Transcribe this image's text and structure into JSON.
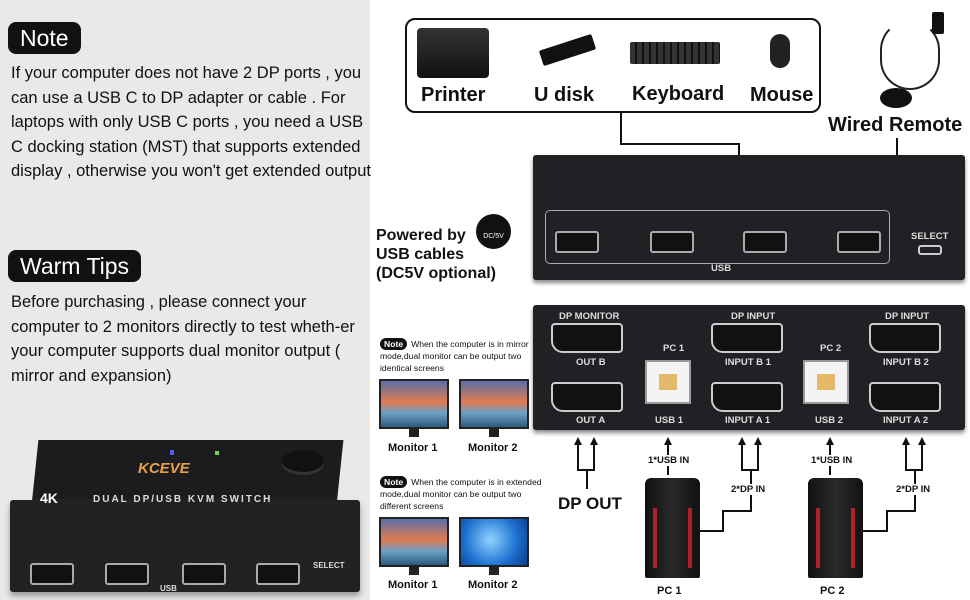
{
  "left": {
    "note_badge": "Note",
    "note_text": "If your computer does not have 2 DP ports , you can use a USB C to DP adapter or cable . For laptops with only USB C ports , you need a USB C docking station (MST) that supports extended display , otherwise you won't get extended output",
    "tips_badge": "Warm Tips",
    "tips_text": "Before purchasing , please connect your computer to 2 monitors directly to test wheth-er your computer supports dual monitor output ( mirror and expansion)",
    "product": {
      "brand": "KCEVE",
      "badge_4k": "4K",
      "model_text": "DUAL DP/USB KVM SWITCH",
      "usb_label": "USB",
      "select_label": "SELECT"
    }
  },
  "peripherals": {
    "items": [
      {
        "label": "Printer"
      },
      {
        "label": "U disk"
      },
      {
        "label": "Keyboard"
      },
      {
        "label": "Mouse"
      }
    ]
  },
  "remote": {
    "label": "Wired Remote"
  },
  "power": {
    "line1": "Powered by",
    "line2": "USB cables",
    "line3": "(DC5V optional)",
    "icon_text": "DC/5V"
  },
  "front_panel": {
    "usb_label": "USB",
    "select_label": "SELECT"
  },
  "rear_panel": {
    "dp_monitor": "DP MONITOR",
    "out_b": "OUT B",
    "out_a": "OUT A",
    "pc1": "PC 1",
    "usb1": "USB 1",
    "dp_input_1": "DP INPUT",
    "input_b1": "INPUT B 1",
    "input_a1": "INPUT A 1",
    "pc2": "PC 2",
    "usb2": "USB 2",
    "dp_input_2": "DP INPUT",
    "input_b2": "INPUT B 2",
    "input_a2": "INPUT A 2"
  },
  "mirror_note": {
    "badge": "Note",
    "text": "When the computer is in mirror mode,dual monitor can be output two identical screens",
    "monitor1": "Monitor 1",
    "monitor2": "Monitor 2"
  },
  "extended_note": {
    "badge": "Note",
    "text": "When the computer is in extended mode,dual monitor can be output two different screens",
    "monitor1": "Monitor 1",
    "monitor2": "Monitor 2"
  },
  "connections": {
    "dp_out": "DP OUT",
    "usb_in_1": "1*USB  IN",
    "dp_in_1": "2*DP IN",
    "pc1_label": "PC 1",
    "usb_in_2": "1*USB  IN",
    "dp_in_2": "2*DP IN",
    "pc2_label": "PC 2"
  }
}
